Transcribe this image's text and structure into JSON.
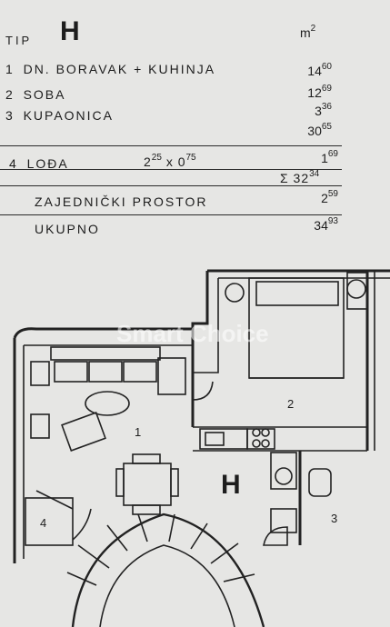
{
  "header": {
    "tip_label": "TIP",
    "tip_letter": "H",
    "unit_base": "m",
    "unit_exp": "2"
  },
  "rooms": [
    {
      "no": "1",
      "name": "DN. BORAVAK + KUHINJA",
      "area_int": "14",
      "area_dec": "60"
    },
    {
      "no": "2",
      "name": "SOBA",
      "area_int": "12",
      "area_dec": "69"
    },
    {
      "no": "3",
      "name": "KUPAONICA",
      "area_int": "3",
      "area_dec": "36"
    }
  ],
  "subtotal": {
    "area_int": "30",
    "area_dec": "65"
  },
  "loggia": {
    "no": "4",
    "name": "LOĐA",
    "dim_a_int": "2",
    "dim_a_dec": "25",
    "dim_x": "x",
    "dim_b_int": "0",
    "dim_b_dec": "75",
    "area_int": "1",
    "area_dec": "69"
  },
  "sum": {
    "symbol": "Σ",
    "area_int": "32",
    "area_dec": "34"
  },
  "common": {
    "name": "ZAJEDNIČKI PROSTOR",
    "area_int": "2",
    "area_dec": "59"
  },
  "total": {
    "name": "UKUPNO",
    "area_int": "34",
    "area_dec": "93"
  },
  "plan": {
    "unit_letter": "H",
    "room_labels": [
      "1",
      "2",
      "3",
      "4"
    ],
    "watermark": "Smart Choice"
  }
}
